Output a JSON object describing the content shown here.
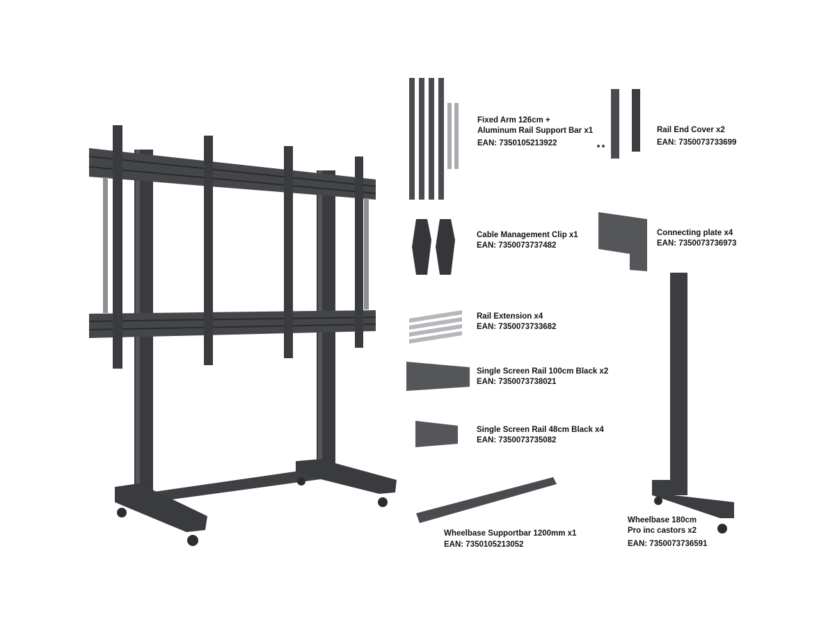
{
  "parts": [
    {
      "name": "Fixed Arm 126cm +",
      "name2": "Aluminum Rail Support Bar x1",
      "ean": "EAN: 7350105213922"
    },
    {
      "name": "Rail End Cover x2",
      "ean": "EAN: 7350073733699"
    },
    {
      "name": "Cable Management Clip x1",
      "ean": "EAN: 7350073737482"
    },
    {
      "name": "Connecting plate x4",
      "ean": "EAN: 7350073736973"
    },
    {
      "name": "Rail Extension x4",
      "ean": "EAN: 7350073733682"
    },
    {
      "name": "Single Screen Rail 100cm Black x2",
      "ean": "EAN: 7350073738021"
    },
    {
      "name": "Single Screen Rail 48cm Black x4",
      "ean": "EAN: 7350073735082"
    },
    {
      "name": "Wheelbase Supportbar 1200mm x1",
      "ean": "EAN: 7350105213052"
    },
    {
      "name": "Wheelbase 180cm",
      "name2": "Pro inc castors x2",
      "ean": "EAN: 7350073736591"
    }
  ],
  "colors": {
    "metal": "#3c3d40",
    "metal_light": "#5a5b5f",
    "aluminum": "#a9abae"
  }
}
